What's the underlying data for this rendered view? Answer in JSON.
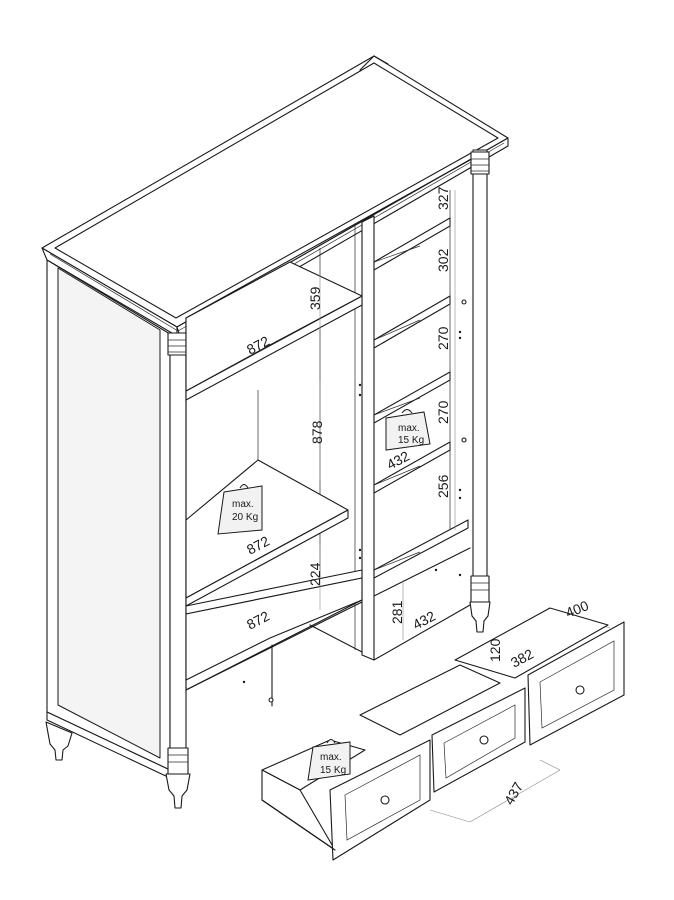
{
  "dimensions": {
    "top_shelf_height": "359",
    "top_shelf_width": "872",
    "hanging_height": "878",
    "middle_shelf_width": "872",
    "lower_gap_height": "224",
    "lower_shelf_width": "872",
    "right_top_height": "327",
    "right_second_height": "302",
    "right_third_height": "270",
    "right_fourth_height": "270",
    "right_shelf_width": "432",
    "right_fifth_height": "256",
    "base_compartment_height": "281",
    "base_compartment_width": "432",
    "drawer_depth": "400",
    "drawer_inner_height": "120",
    "drawer_inner_width": "382",
    "drawer_pitch": "437"
  },
  "weights": {
    "left_shelf": {
      "line1": "max.",
      "line2": "20 Kg"
    },
    "right_shelf": {
      "line1": "max.",
      "line2": "15 Kg"
    },
    "drawer": {
      "line1": "max.",
      "line2": "15 Kg"
    }
  }
}
